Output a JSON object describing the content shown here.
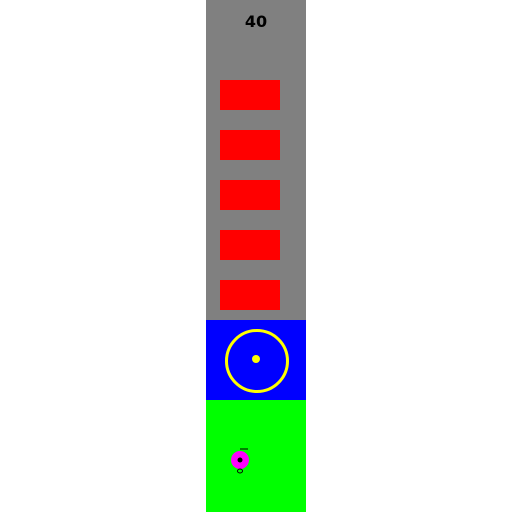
{
  "game": {
    "score": "40",
    "colors": {
      "road": "#808080",
      "obstacle": "#ff0000",
      "goal_zone": "#0000ff",
      "goal_marker": "#ffff00",
      "start_zone": "#00ff00",
      "player": "#ff00ff",
      "player_detail": "#000000"
    },
    "obstacles": [
      {
        "id": 1
      },
      {
        "id": 2
      },
      {
        "id": 3
      },
      {
        "id": 4
      },
      {
        "id": 5
      }
    ],
    "player_icon": "agent-marker-icon",
    "goal_icon": "target-ring-icon"
  }
}
